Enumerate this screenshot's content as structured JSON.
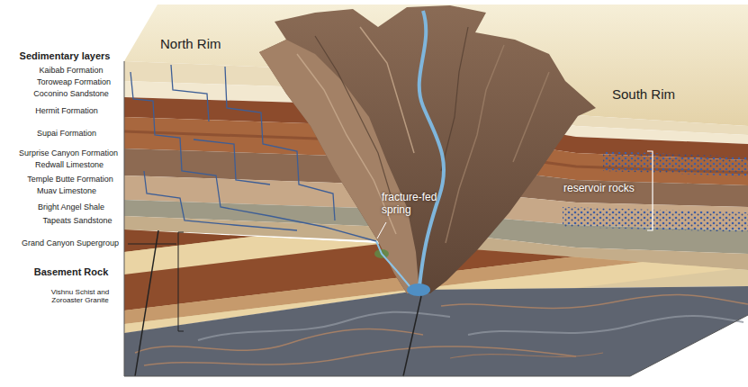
{
  "diagram": {
    "labels": [
      "Sedimentary layers",
      "Kaibab Formation",
      "Toroweap Formation",
      "Coconino Sandstone",
      "Hermit Formation",
      "Supai Formation",
      "Surprise Canyon Formation",
      "Redwall Limestone",
      "Temple Butte Formation",
      "Muav Limestone",
      "Bright Angel Shale",
      "Tapeats Sandstone",
      "Grand Canyon Supergroup",
      "Basement Rock",
      "Vishnu Schist and Zoroaster Granite",
      "North Rim",
      "South Rim",
      "fracture-fed spring",
      "reservoir rocks"
    ]
  }
}
